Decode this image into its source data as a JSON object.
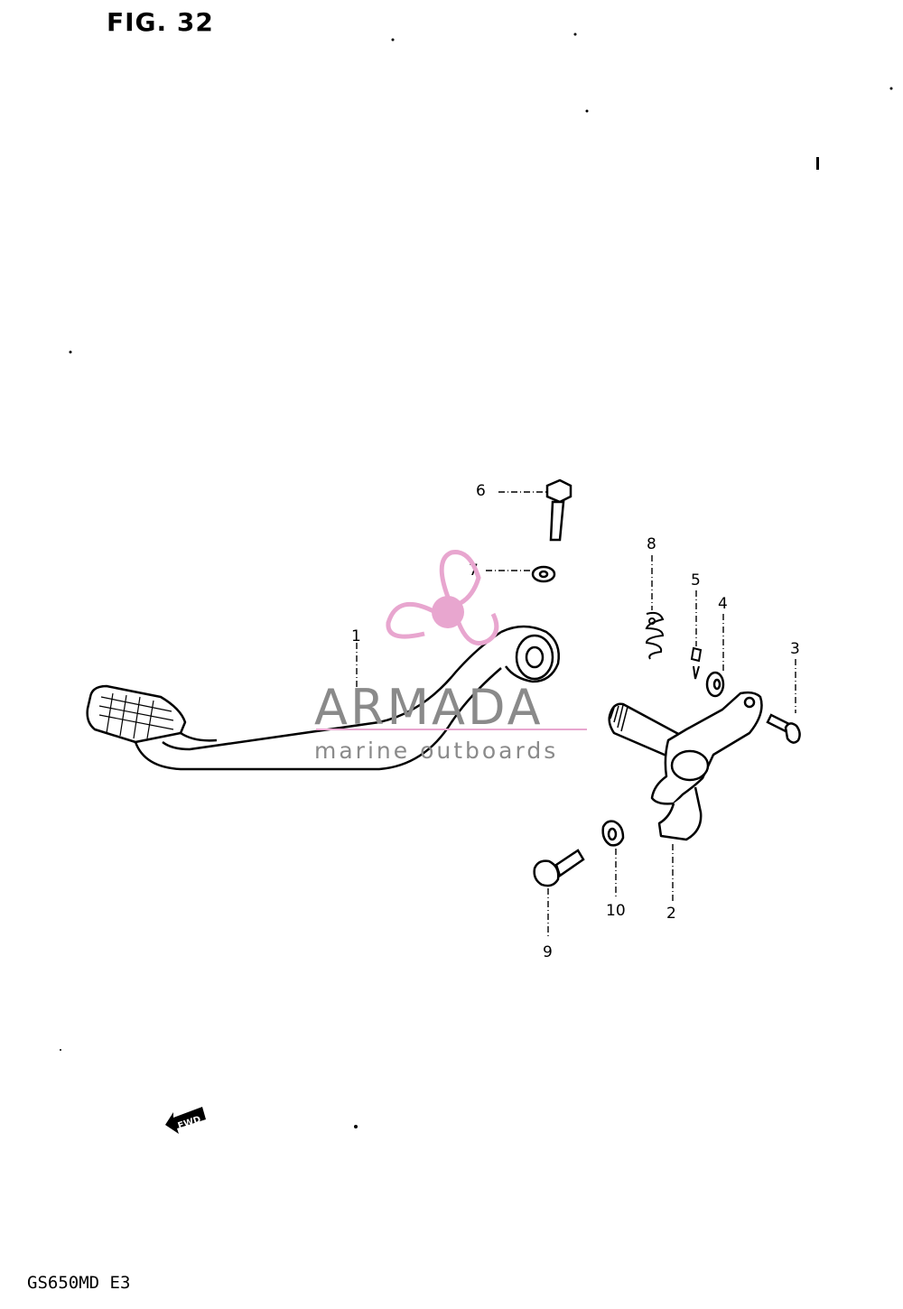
{
  "figure": {
    "title": "FIG. 32",
    "model_code": "GS650MD  E3",
    "fwd_label": "FWD"
  },
  "callouts": [
    {
      "id": "1",
      "label": "1"
    },
    {
      "id": "2",
      "label": "2"
    },
    {
      "id": "3",
      "label": "3"
    },
    {
      "id": "4",
      "label": "4"
    },
    {
      "id": "5",
      "label": "5"
    },
    {
      "id": "6",
      "label": "6"
    },
    {
      "id": "7",
      "label": "7"
    },
    {
      "id": "8",
      "label": "8"
    },
    {
      "id": "9",
      "label": "9"
    },
    {
      "id": "10",
      "label": "10"
    }
  ],
  "watermark": {
    "brand": "ARMADA",
    "tagline": "marine outboards",
    "logo_color": "#e8a6cf",
    "text_color": "#8a8a8a"
  },
  "colors": {
    "ink": "#000000",
    "background": "#ffffff"
  }
}
